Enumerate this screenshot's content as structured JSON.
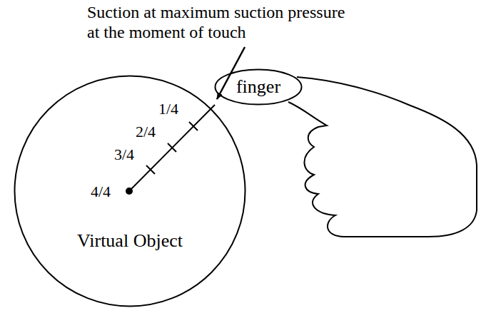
{
  "diagram": {
    "nodes": [
      {
        "text": [
          "Virtual Object"
        ]
      },
      {
        "text": [
          "finger"
        ]
      }
    ],
    "labels": [
      "Suction at maximum suction pressure at the moment of touch",
      "1/4",
      "2/4",
      "3/4",
      "4/4"
    ]
  }
}
